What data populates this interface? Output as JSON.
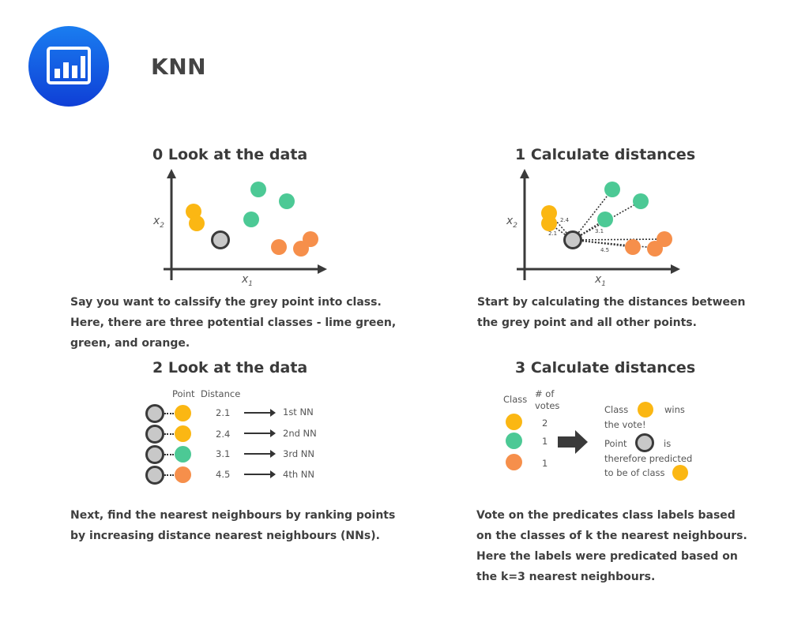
{
  "header": {
    "title": "KNN",
    "logo_icon": "bar-chart-icon",
    "logo_color": "#1a5fe6"
  },
  "colors": {
    "lime_green_class": "#fbb713",
    "green_class": "#4cc995",
    "orange_class": "#f68f4b",
    "grey_point": "#c8c8c8"
  },
  "step0": {
    "title": "0 Look at the data",
    "x_axis": "x1",
    "y_axis": "x2",
    "description": "Say you want to calssify the grey point into class. Here, there are three potential classes - lime green, green, and orange."
  },
  "step1": {
    "title": "1 Calculate  distances",
    "x_axis": "x1",
    "y_axis": "x2",
    "distance_labels": [
      "2.1",
      "2.4",
      "3.1",
      "4.5"
    ],
    "description": "Start by calculating the distances between the grey point and all other points."
  },
  "step2": {
    "title": "2 Look at the data",
    "header_point": "Point",
    "header_distance": "Distance",
    "rows": [
      {
        "distance": "2.1",
        "rank": "1st NN",
        "class": "lime-green"
      },
      {
        "distance": "2.4",
        "rank": "2nd NN",
        "class": "lime-green"
      },
      {
        "distance": "3.1",
        "rank": "3rd NN",
        "class": "green"
      },
      {
        "distance": "4.5",
        "rank": "4th NN",
        "class": "orange"
      }
    ],
    "description": "Next, find the nearest neighbours by ranking points by increasing distance nearest neighbours (NNs)."
  },
  "step3": {
    "title": "3 Calculate  distances",
    "header_class": "Class",
    "header_votes_1": "# of",
    "header_votes_2": "votes",
    "votes": [
      {
        "class": "lime-green",
        "count": "2"
      },
      {
        "class": "green",
        "count": "1"
      },
      {
        "class": "orange",
        "count": "1"
      }
    ],
    "result_class_word": "Class",
    "result_wins": "wins",
    "result_the_vote": "the vote!",
    "result_point_word": "Point",
    "result_is": "is",
    "result_therefore": "therefore predicted",
    "result_to_be": "to be of class",
    "description": "Vote on the predicates class labels based on the classes of k the nearest neighbours. Here the labels were predicated based on the k=3 nearest neighbours."
  },
  "chart_data": [
    {
      "type": "scatter",
      "title": "0 Look at the data",
      "xlabel": "x1",
      "ylabel": "x2",
      "series": [
        {
          "name": "lime green",
          "points": [
            [
              245,
              268
            ],
            [
              249,
              283
            ]
          ]
        },
        {
          "name": "green",
          "points": [
            [
              327,
              240
            ],
            [
              363,
              255
            ],
            [
              318,
              278
            ]
          ]
        },
        {
          "name": "orange",
          "points": [
            [
              353,
              313
            ],
            [
              381,
              315
            ],
            [
              393,
              303
            ]
          ]
        },
        {
          "name": "grey (unknown)",
          "points": [
            [
              279,
              304
            ]
          ]
        }
      ]
    },
    {
      "type": "scatter",
      "title": "1 Calculate  distances",
      "xlabel": "x1",
      "ylabel": "x2",
      "distances": {
        "lime_green_1": 2.1,
        "lime_green_2": 2.4,
        "green_nearest": 3.1,
        "orange_nearest": 4.5
      }
    }
  ]
}
